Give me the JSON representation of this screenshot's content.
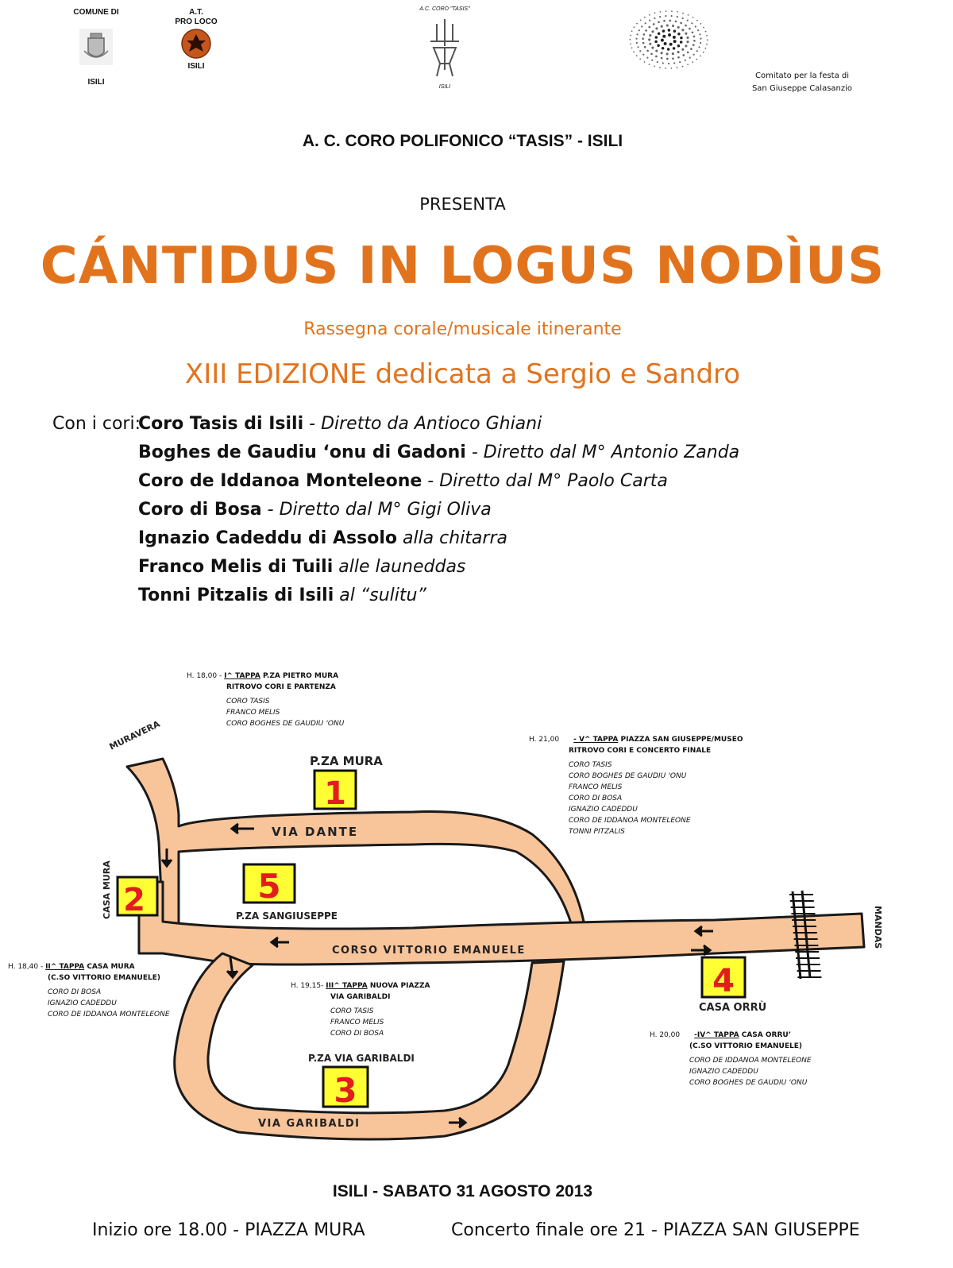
{
  "logos": {
    "comune_top": "COMUNE DI",
    "comune_bottom": "ISILI",
    "proloco_top": "A.T.",
    "proloco_mid": "PRO LOCO",
    "proloco_bottom": "ISILI",
    "coro_top": "A.C. CORO \"TASIS\"",
    "coro_bottom": "ISILI",
    "comitato_line1": "Comitato per la festa di",
    "comitato_line2": "San Giuseppe Calasanzio"
  },
  "header": {
    "organizer": "A. C.  CORO POLIFONICO “TASIS” -  ISILI",
    "presents": "PRESENTA",
    "title": "CÁNTIDUS IN LOGUS NODÌUS",
    "subtitle": "Rassegna corale/musicale itinerante",
    "edition": "XIII EDIZIONE dedicata a Sergio e Sandro"
  },
  "choirs": {
    "intro": "Con i cori:",
    "items": [
      {
        "name": "Coro Tasis di Isili",
        "detail": " - Diretto da Antioco Ghiani"
      },
      {
        "name": "Boghes de Gaudiu ‘onu  di Gadoni",
        "detail": " - Diretto dal M° Antonio Zanda"
      },
      {
        "name": "Coro de Iddanoa Monteleone",
        "detail": " - Diretto dal M° Paolo Carta"
      },
      {
        "name": "Coro di Bosa",
        "detail": " - Diretto dal M° Gigi Oliva"
      },
      {
        "name": "Ignazio Cadeddu di Assolo",
        "detail": " alla chitarra"
      },
      {
        "name": "Franco Melis di Tuili",
        "detail": " alle launeddas"
      },
      {
        "name": "Tonni Pitzalis di Isili",
        "detail": " al “sulitu”"
      }
    ]
  },
  "stages": [
    {
      "time": "H. 18,00 - ",
      "stage": "I^ TAPPA",
      "place": " P.ZA PIETRO MURA",
      "line2": "RITROVO CORI E PARTENZA",
      "performers": [
        "CORO TASIS",
        "FRANCO MELIS",
        "CORO BOGHES DE GAUDIU ‘ONU"
      ]
    },
    {
      "time": "H. 18,40 - ",
      "stage": "II^ TAPPA",
      "place": " CASA MURA",
      "line2": "(C.SO VITTORIO EMANUELE)",
      "performers": [
        "CORO DI BOSA",
        "IGNAZIO CADEDDU",
        "CORO DE IDDANOA MONTELEONE"
      ]
    },
    {
      "time": "H. 19,15- ",
      "stage": "III^ TAPPA",
      "place": " NUOVA PIAZZA",
      "line2": "VIA GARIBALDI",
      "performers": [
        "CORO TASIS",
        "FRANCO MELIS",
        "CORO DI BOSA"
      ]
    },
    {
      "time": "H. 20,00",
      "stage": "-IV^ TAPPA",
      "place": " CASA ORRU’",
      "line2": "(C.SO VITTORIO EMANUELE)",
      "performers": [
        "CORO DE IDDANOA MONTELEONE",
        "IGNAZIO CADEDDU",
        "CORO BOGHES DE GAUDIU ‘ONU"
      ]
    },
    {
      "time": "H. 21,00",
      "stage": "- V^ TAPPA",
      "place": " PIAZZA SAN GIUSEPPE/MUSEO",
      "line2": "RITROVO CORI E  CONCERTO FINALE",
      "performers": [
        "CORO TASIS",
        "CORO BOGHES DE GAUDIU ‘ONU",
        "FRANCO MELIS",
        "CORO DI BOSA",
        "IGNAZIO CADEDDU",
        "CORO DE IDDANOA MONTELEONE",
        "TONNI PITZALIS"
      ]
    }
  ],
  "map": {
    "muravera": "MURAVERA",
    "mandas": "MANDAS",
    "via_dante": "VIA DANTE",
    "corso": "CORSO VITTORIO EMANUELE",
    "via_garibaldi": "VIA GARIBALDI",
    "pza_mura": "P.ZA MURA",
    "casa_mura": "CASA MURA",
    "pza_sangiuseppe": "P.ZA SANGIUSEPPE",
    "pza_garibaldi": "P.ZA VIA GARIBALDI",
    "casa_orru": "CASA ORRÙ",
    "m1": "1",
    "m2": "2",
    "m3": "3",
    "m4": "4",
    "m5": "5"
  },
  "footer": {
    "date": "ISILI - SABATO 31 AGOSTO 2013",
    "start": "Inizio ore 18.00 - PIAZZA MURA",
    "finale": "Concerto finale ore 21 - PIAZZA SAN GIUSEPPE"
  },
  "colors": {
    "title_orange": "#e2731d",
    "road": "#f8c49a",
    "marker_yellow": "#ffff33",
    "marker_number": "#e11d1d"
  }
}
